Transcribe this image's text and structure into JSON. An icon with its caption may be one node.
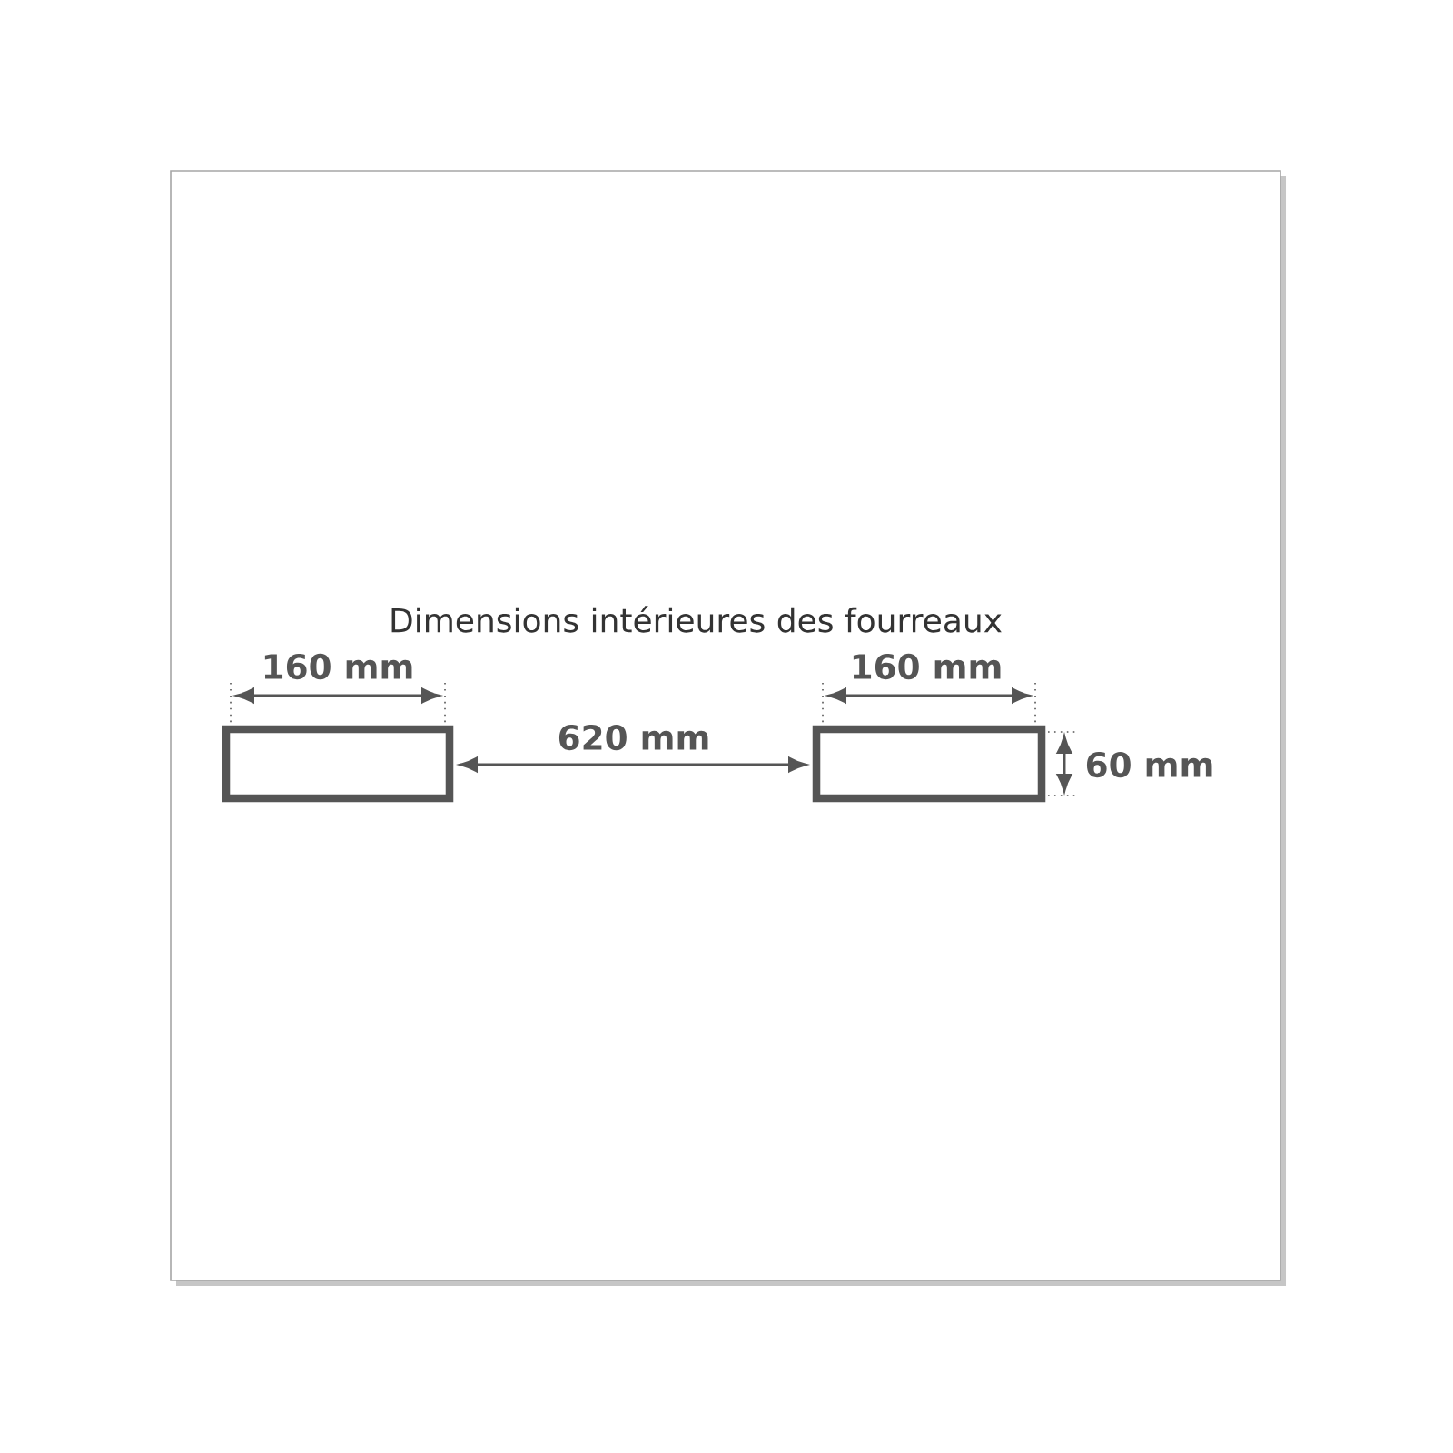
{
  "diagram": {
    "title": "Dimensions intérieures des fourreaux",
    "nodes": [
      {
        "text": [],
        "shape": "box"
      },
      {
        "text": [],
        "shape": "box"
      }
    ],
    "labels": [
      "160 mm",
      "160 mm",
      "620 mm",
      "60 mm"
    ]
  }
}
